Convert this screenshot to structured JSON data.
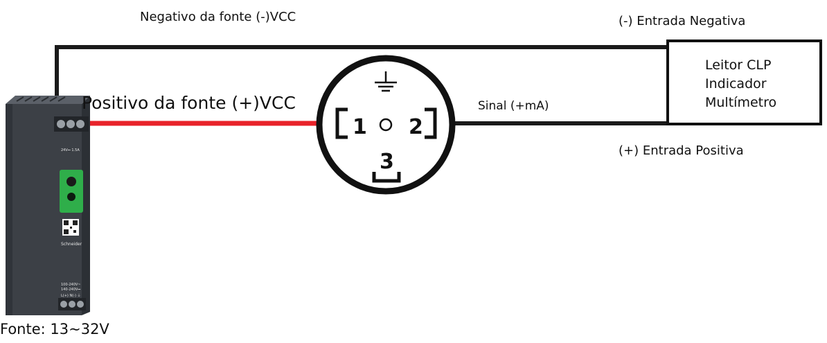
{
  "labels": {
    "negative_source": "Negativo da fonte (-)VCC",
    "positive_source": "Positivo da fonte (+)VCC",
    "signal": "Sinal (+mA)",
    "negative_input": "(-) Entrada Negativa",
    "positive_input": "(+) Entrada Positiva",
    "supply": "Fonte: 13~32V"
  },
  "reader": {
    "lines": [
      "Leitor CLP",
      "Indicador",
      "Multímetro"
    ]
  },
  "connector": {
    "pin_left": "1",
    "pin_right": "2",
    "pin_bottom": "3",
    "ground_symbol": "ground-icon"
  },
  "power_supply": {
    "brand": "Schneider",
    "output_rating": "24V⎓ 1.5A",
    "input_rating_1": "100-240V~",
    "input_rating_2": "140-240V⎓",
    "terminals": "L(+) N(-) ⏚"
  },
  "colors": {
    "wire_positive": "#e8232a",
    "wire_negative": "#1a1a1a",
    "supply_body": "#3c4046",
    "supply_green": "#2fae4a"
  }
}
